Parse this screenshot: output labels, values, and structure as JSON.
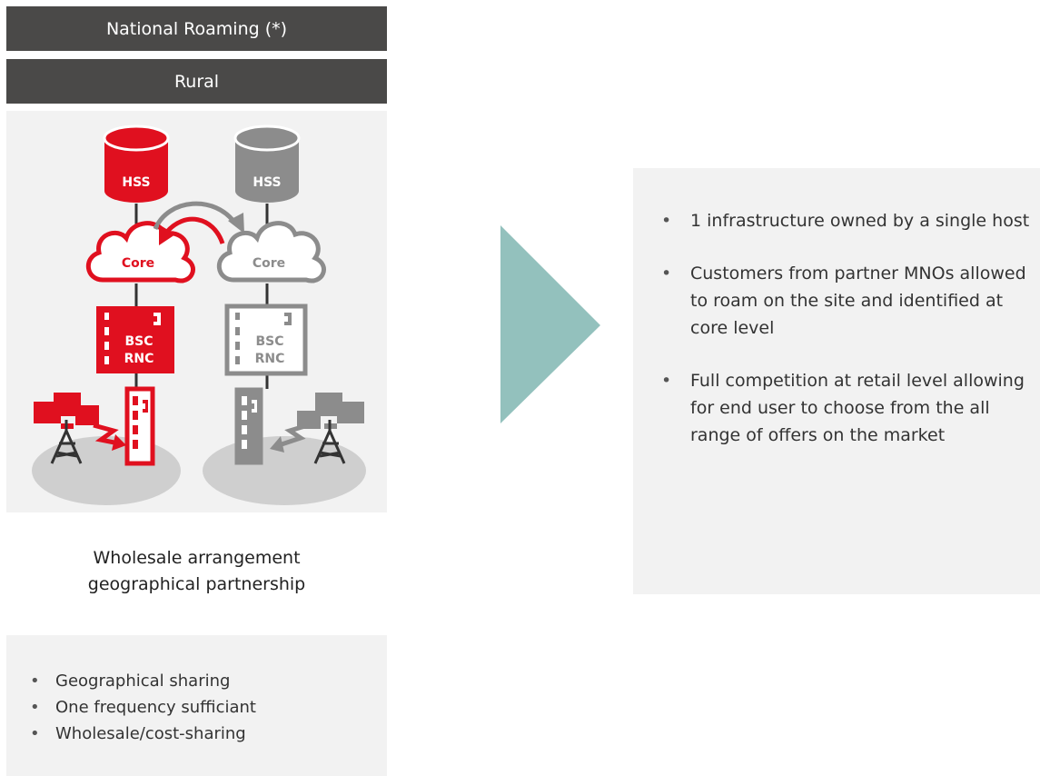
{
  "header": {
    "title": "National Roaming (*)",
    "subtitle": "Rural"
  },
  "diagram": {
    "host": {
      "color": "#e0101f",
      "hss": "HSS",
      "core": "Core",
      "controller_line1": "BSC",
      "controller_line2": "RNC"
    },
    "partner": {
      "color": "#8c8c8c",
      "hss": "HSS",
      "core": "Core",
      "controller_line1": "BSC",
      "controller_line2": "RNC"
    },
    "colors": {
      "panel_bg": "#f2f2f2",
      "coverage_ellipse": "#cfcfcf",
      "tower": "#333333",
      "line": "#333333",
      "header_bar": "#4a4948",
      "arrow": "#93c1bd"
    }
  },
  "caption": {
    "line1": "Wholesale arrangement",
    "line2": "geographical partnership"
  },
  "summary_bullets": [
    "Geographical sharing",
    "One frequency sufficiant",
    "Wholesale/cost-sharing"
  ],
  "details_bullets": [
    "1 infrastructure owned by a single host",
    "Customers from partner MNOs allowed to roam on the site and identified at core level",
    "Full competition at retail level allowing for end user to choose from the all range of offers on the market"
  ]
}
